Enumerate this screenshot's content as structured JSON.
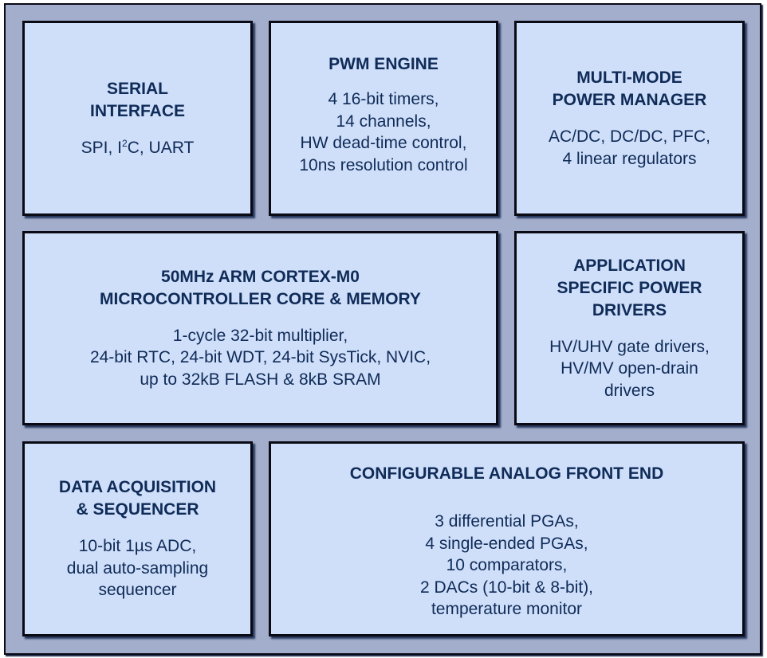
{
  "diagram": {
    "colors": {
      "frame_background": "#a2aecb",
      "block_background": "#cfdffa",
      "text": "#0f2b57",
      "border": "#0a0a14"
    },
    "blocks": {
      "serial": {
        "title": "SERIAL\nINTERFACE",
        "desc_pre": "SPI, I",
        "desc_sup": "2",
        "desc_post": "C, UART"
      },
      "pwm": {
        "title": "PWM ENGINE",
        "desc": "4 16-bit timers,\n14 channels,\nHW dead-time control,\n10ns resolution control"
      },
      "power": {
        "title": "MULTI-MODE\nPOWER MANAGER",
        "desc": "AC/DC, DC/DC, PFC,\n4 linear regulators"
      },
      "core": {
        "title": "50MHz ARM CORTEX-M0\nMICROCONTROLLER CORE & MEMORY",
        "desc": "1-cycle 32-bit multiplier,\n24-bit RTC, 24-bit WDT, 24-bit SysTick, NVIC,\nup to 32kB FLASH & 8kB SRAM"
      },
      "app": {
        "title": "APPLICATION\nSPECIFIC POWER\nDRIVERS",
        "desc": "HV/UHV gate drivers,\nHV/MV open-drain\ndrivers"
      },
      "daq": {
        "title": "DATA ACQUISITION\n& SEQUENCER",
        "desc": "10-bit 1µs ADC,\ndual auto-sampling\nsequencer"
      },
      "afe": {
        "title": "CONFIGURABLE ANALOG FRONT END",
        "desc": "3 differential PGAs,\n4 single-ended PGAs,\n10 comparators,\n2 DACs (10-bit & 8-bit),\ntemperature monitor"
      }
    }
  }
}
